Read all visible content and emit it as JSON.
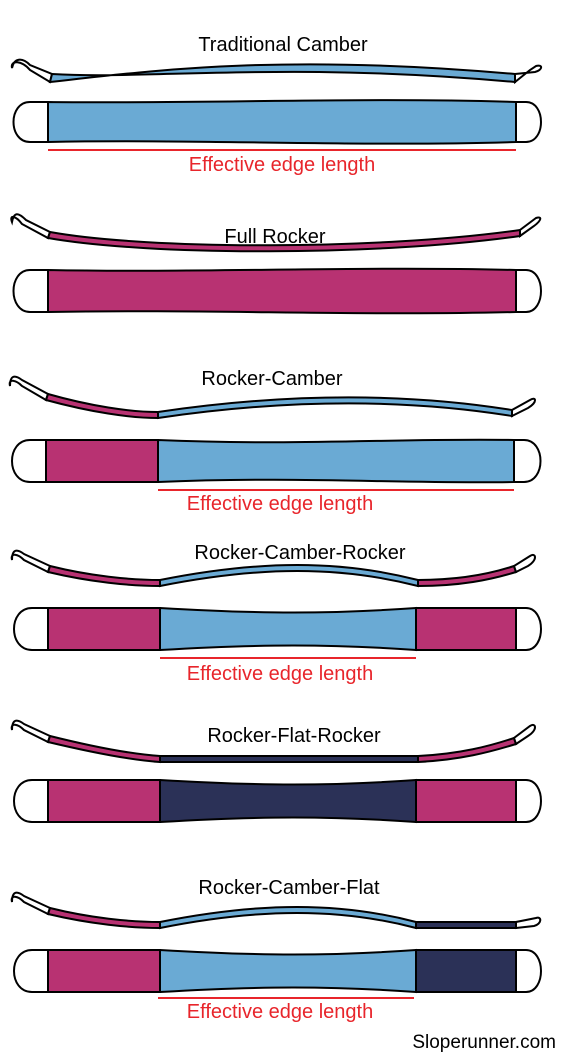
{
  "colors": {
    "camber": "#6aaad4",
    "rocker": "#b83272",
    "flat": "#2b3157",
    "tip": "#ffffff",
    "edge_line": "#e8252b",
    "outline": "#000000"
  },
  "edge_label": "Effective edge length",
  "credit": "Sloperunner.com",
  "skis": [
    {
      "title": "Traditional Camber",
      "profile": "camber",
      "zones": [
        "camber"
      ],
      "show_edge": true
    },
    {
      "title": "Full Rocker",
      "profile": "full-rocker",
      "zones": [
        "rocker"
      ],
      "show_edge": false
    },
    {
      "title": "Rocker-Camber",
      "profile": "rocker-camber",
      "zones": [
        "rocker",
        "camber"
      ],
      "show_edge": true
    },
    {
      "title": "Rocker-Camber-Rocker",
      "profile": "rocker-camber-rocker",
      "zones": [
        "rocker",
        "camber",
        "rocker"
      ],
      "show_edge": true
    },
    {
      "title": "Rocker-Flat-Rocker",
      "profile": "rocker-flat-rocker",
      "zones": [
        "rocker",
        "flat",
        "rocker"
      ],
      "show_edge": false
    },
    {
      "title": "Rocker-Camber-Flat",
      "profile": "rocker-camber-flat",
      "zones": [
        "rocker",
        "camber",
        "flat"
      ],
      "show_edge": true
    }
  ]
}
